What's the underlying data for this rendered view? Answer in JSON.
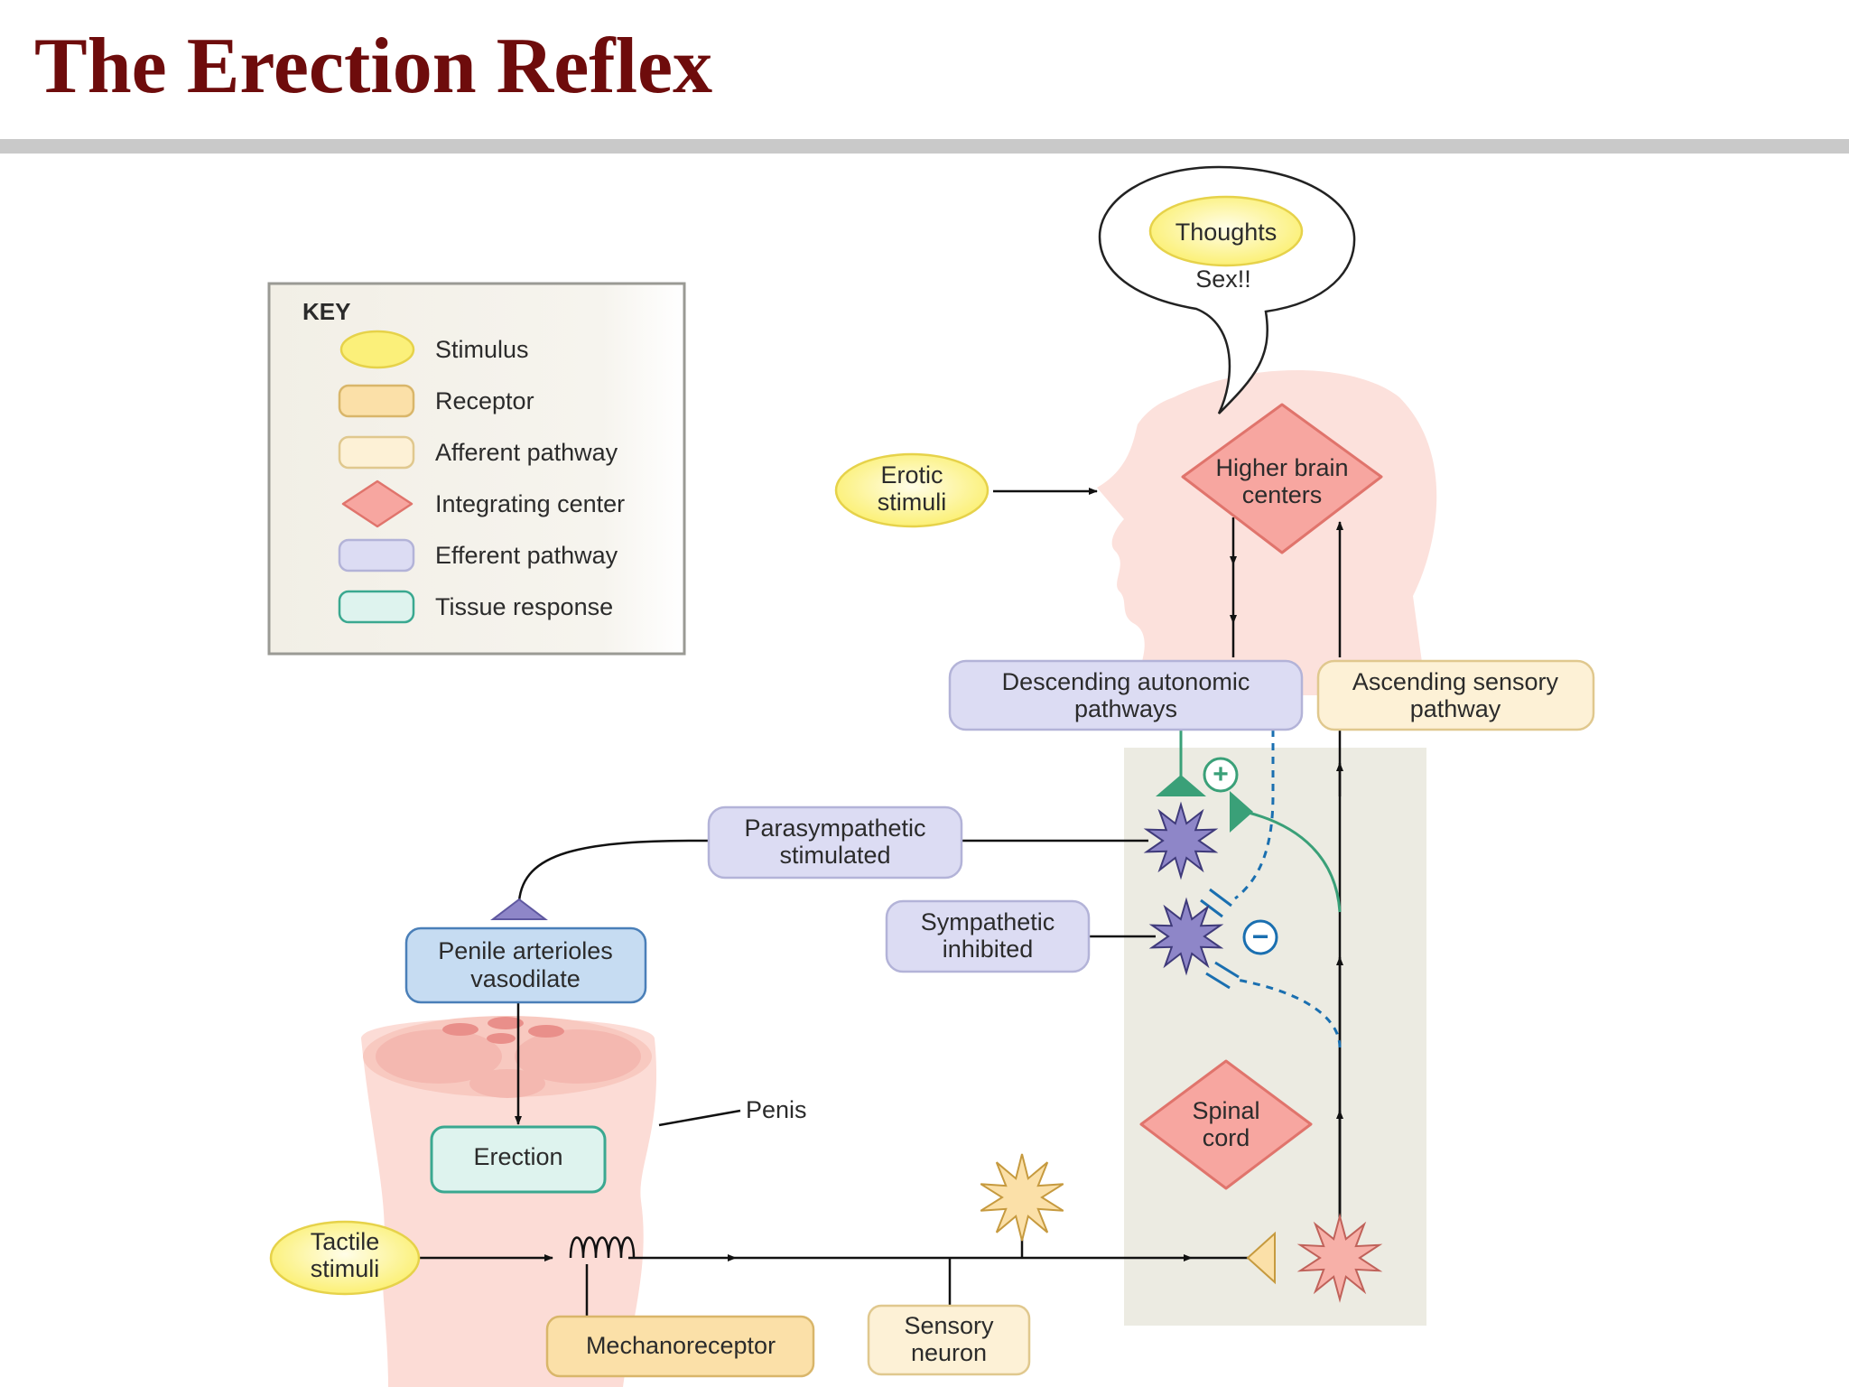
{
  "title": "The Erection Reflex",
  "key": {
    "heading": "KEY",
    "items": [
      {
        "label": "Stimulus",
        "shape": "ellipse",
        "fill": "#fbf07a",
        "stroke": "#e6d24a"
      },
      {
        "label": "Receptor",
        "shape": "rect",
        "fill": "#fbe0a8",
        "stroke": "#d9b66a"
      },
      {
        "label": "Afferent pathway",
        "shape": "rect",
        "fill": "#fdf1d6",
        "stroke": "#e0c88e"
      },
      {
        "label": "Integrating center",
        "shape": "diamond",
        "fill": "#f7a6a0",
        "stroke": "#e0746c"
      },
      {
        "label": "Efferent pathway",
        "shape": "rect",
        "fill": "#dcdcf3",
        "stroke": "#b3b3d8"
      },
      {
        "label": "Tissue response",
        "shape": "rect",
        "fill": "#def3ee",
        "stroke": "#3aa890"
      }
    ]
  },
  "nodes": {
    "thoughts": "Thoughts",
    "sex": "Sex!!",
    "erotic": [
      "Erotic",
      "stimuli"
    ],
    "higher_brain": [
      "Higher brain",
      "centers"
    ],
    "descending": [
      "Descending autonomic",
      "pathways"
    ],
    "ascending": [
      "Ascending sensory",
      "pathway"
    ],
    "parasympathetic": [
      "Parasympathetic",
      "stimulated"
    ],
    "sympathetic": [
      "Sympathetic",
      "inhibited"
    ],
    "penile": [
      "Penile arterioles",
      "vasodilate"
    ],
    "erection": "Erection",
    "penis": "Penis",
    "spinal": [
      "Spinal",
      "cord"
    ],
    "tactile": [
      "Tactile",
      "stimuli"
    ],
    "mechanoreceptor": "Mechanoreceptor",
    "sensory_neuron": [
      "Sensory",
      "neuron"
    ],
    "plus": "+",
    "minus": "−"
  },
  "colors": {
    "title": "#6e0c0c",
    "stimulus": "#fbf07a",
    "integrating": "#f7a6a0",
    "efferent": "#dcdcf3",
    "afferent": "#fdf1d6",
    "tissue": "#def3ee",
    "penile": "#c6dcf2",
    "spinal_region": "#ecebe2",
    "neuron_purple": "#8e86c8",
    "neuron_green": "#3aa078",
    "dashed_blue": "#1a6fb0",
    "body_pink": "#fcdcd6"
  }
}
